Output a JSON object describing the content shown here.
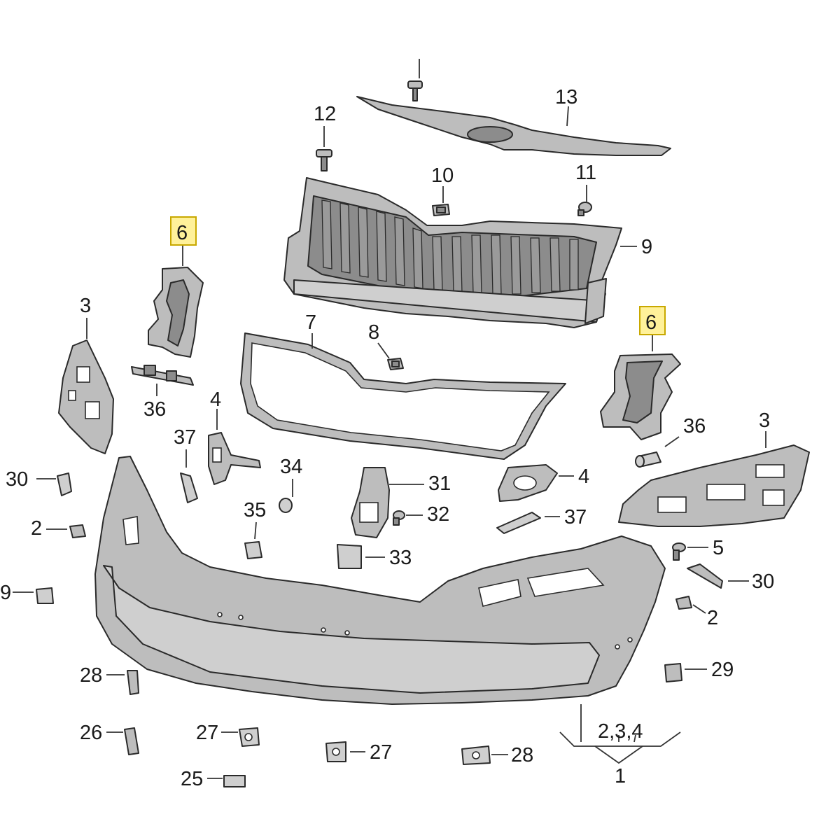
{
  "callouts": {
    "c13": "13",
    "c12": "12",
    "c10": "10",
    "c11": "11",
    "c9_grille": "9",
    "c6_left": "6",
    "c6_right": "6",
    "c3_left": "3",
    "c3_right": "3",
    "c7": "7",
    "c8": "8",
    "c36_left": "36",
    "c36_right": "36",
    "c4_left": "4",
    "c4_right": "4",
    "c37_left": "37",
    "c37_right": "37",
    "c34": "34",
    "c35": "35",
    "c31": "31",
    "c32": "32",
    "c33": "33",
    "c30_left": "30",
    "c30_right": "30",
    "c2_left": "2",
    "c2_right": "2",
    "c5": "5",
    "c9_left": "9",
    "c28_left": "28",
    "c28_bottom": "28",
    "c29": "29",
    "c26": "26",
    "c27_left": "27",
    "c27_bottom": "27",
    "c25": "25",
    "c234": "2,3,4",
    "c1": "1"
  },
  "colors": {
    "highlight": "#fff19a",
    "part_fill": "#bdbdbd",
    "outline": "#2a2a2a"
  }
}
